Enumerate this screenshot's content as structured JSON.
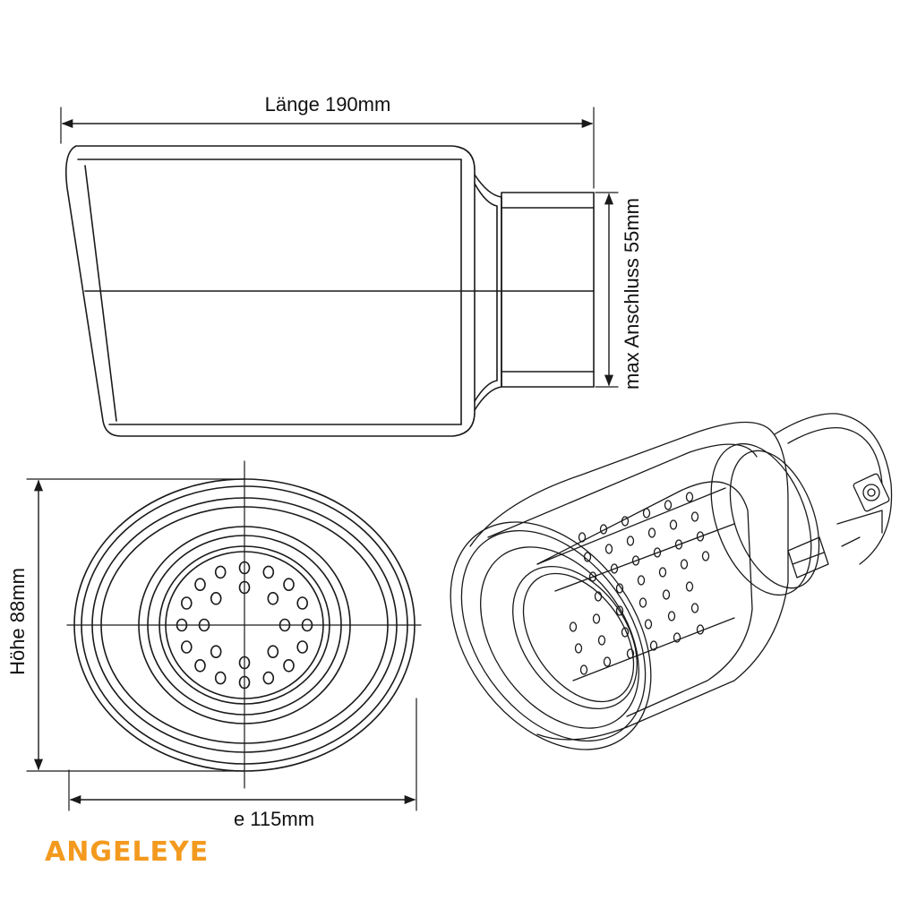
{
  "dimensions": {
    "length": "Länge 190mm",
    "connection": "max Anschluss 55mm",
    "height": "Höhe 88mm",
    "width_partial": "e 115mm"
  },
  "brand": {
    "logo_text": "ANGELEYE",
    "color": "#f39a1e"
  },
  "line_color": "#1a1a1a"
}
